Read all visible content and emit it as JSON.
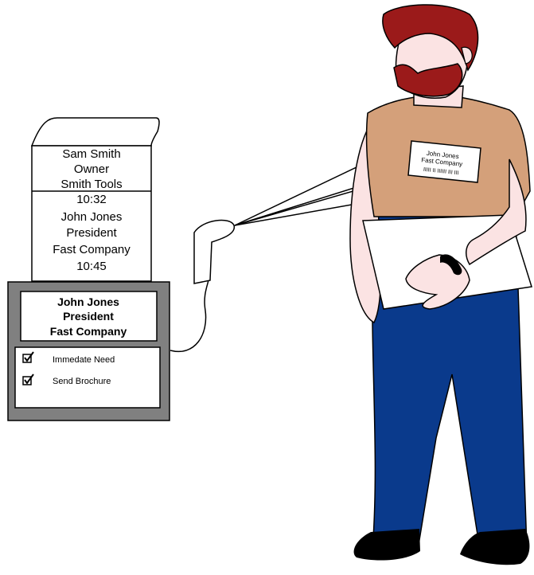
{
  "printout": {
    "entry1": {
      "name": "Sam Smith",
      "title": "Owner",
      "company": "Smith Tools",
      "time": "10:32"
    },
    "entry2": {
      "name": "John Jones",
      "title": "President",
      "company": "Fast Company",
      "time": "10:45"
    }
  },
  "screen": {
    "name": "John Jones",
    "title": "President",
    "company": "Fast Company",
    "options": [
      {
        "label": "Immedate Need",
        "checked": true
      },
      {
        "label": "Send Brochure",
        "checked": true
      }
    ]
  },
  "badge": {
    "name": "John Jones",
    "company": "Fast Company",
    "barcode": "IIIII  II IIIIII III III"
  },
  "colors": {
    "shirt": "#D4A07A",
    "jeans": "#0A3A8C",
    "hair": "#9B1A1A",
    "skin": "#FBE3E3",
    "monitor_bezel": "#808080"
  }
}
